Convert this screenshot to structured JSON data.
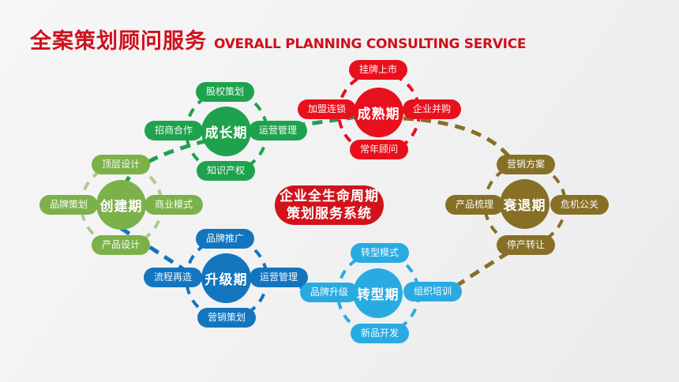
{
  "header": {
    "title_cn": "全案策划顾问服务",
    "title_en": "OVERALL PLANNING CONSULTING SERVICE"
  },
  "colors": {
    "title": "#D0101B",
    "center_badge": "#D2131B"
  },
  "center_badge": {
    "line1": "企业全生命周期",
    "line2": "策划服务系统"
  },
  "stages": [
    {
      "key": "creation",
      "name": "创建期",
      "color": "#7CB14A",
      "ring_color": "#AECB8B",
      "satellites": {
        "top": "顶层设计",
        "left": "品牌策划",
        "right": "商业模式",
        "bottom": "产品设计"
      }
    },
    {
      "key": "growth",
      "name": "成长期",
      "color": "#1FA24D",
      "satellites": {
        "top": "股权策划",
        "left": "招商合作",
        "right": "运营管理",
        "bottom": "知识产权"
      }
    },
    {
      "key": "maturity",
      "name": "成熟期",
      "color": "#E8101C",
      "satellites": {
        "top": "挂牌上市",
        "left": "加盟连锁",
        "right": "企业并购",
        "bottom": "常年顾问"
      }
    },
    {
      "key": "decline",
      "name": "衰退期",
      "color": "#877026",
      "satellites": {
        "top": "营销方案",
        "left": "产品梳理",
        "right": "危机公关",
        "bottom": "停产转让"
      }
    },
    {
      "key": "upgrade",
      "name": "升级期",
      "color": "#1375BE",
      "satellites": {
        "top": "品牌推广",
        "left": "流程再造",
        "right": "运营管理",
        "bottom": "营销策划"
      }
    },
    {
      "key": "transformation",
      "name": "转型期",
      "color": "#29ABE2",
      "satellites": {
        "top": "转型模式",
        "left": "品牌升级",
        "right": "组织培训",
        "bottom": "新品开发"
      }
    }
  ]
}
